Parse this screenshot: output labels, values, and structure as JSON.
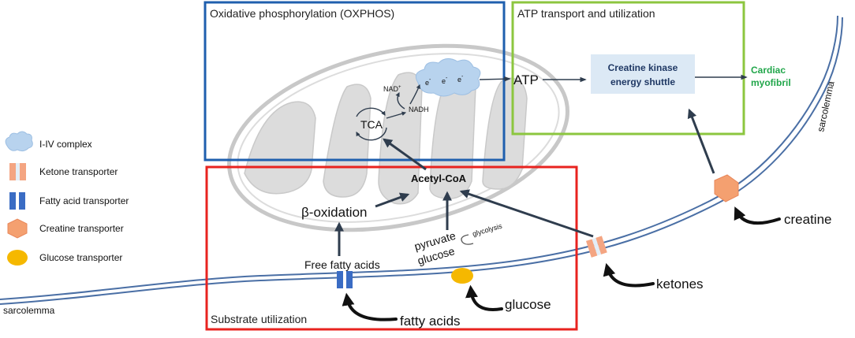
{
  "boxes": {
    "oxphos_title": "Oxidative phosphorylation (OXPHOS)",
    "atp_title": "ATP transport and utilization",
    "substrate_title": "Substrate utilization"
  },
  "oxphos": {
    "electron": "e",
    "electron_sup": "-",
    "nad": "NAD",
    "nad_sup": "+",
    "nadh": "NADH",
    "tca": "TCA"
  },
  "atp": {
    "atp_label": "ATP",
    "ck_line1": "Creatine kinase",
    "ck_line2": "energy shuttle",
    "myofibril_line1": "Cardiac",
    "myofibril_line2": "myofibril"
  },
  "metabolism": {
    "acetyl_coa": "Acetyl-CoA",
    "beta_oxidation": "β-oxidation",
    "free_fatty_acids": "Free fatty acids",
    "pyruvate": "pyruvate",
    "glucose_inner": "glucose",
    "glycolysis": "glycolysis"
  },
  "substrates": {
    "fatty_acids": "fatty acids",
    "glucose": "glucose",
    "ketones": "ketones",
    "creatine": "creatine"
  },
  "membrane": {
    "sarcolemma_left": "sarcolemma",
    "sarcolemma_right": "sarcolemma"
  },
  "legend": {
    "items": [
      {
        "icon": "complex-icon",
        "label": "I-IV complex"
      },
      {
        "icon": "ketone-transporter-icon",
        "label": "Ketone transporter"
      },
      {
        "icon": "fatty-acid-transporter-icon",
        "label": "Fatty acid transporter"
      },
      {
        "icon": "creatine-transporter-icon",
        "label": "Creatine transporter"
      },
      {
        "icon": "glucose-transporter-icon",
        "label": "Glucose transporter"
      }
    ]
  },
  "colors": {
    "oxphos_box": "#1f5fae",
    "atp_box": "#8cc63f",
    "substrate_box": "#e8231f",
    "arrow": "#2f3d4e",
    "myofibril_text": "#21a64a",
    "ck_fill": "#dce9f5",
    "complex_fill": "#b8d3ee",
    "ketone_transporter": "#f4a582",
    "fatty_acid_transporter": "#3a6cc4",
    "creatine_transporter": "#f4a070",
    "glucose_transporter": "#f5b800",
    "membrane": "#4a6fa5"
  }
}
